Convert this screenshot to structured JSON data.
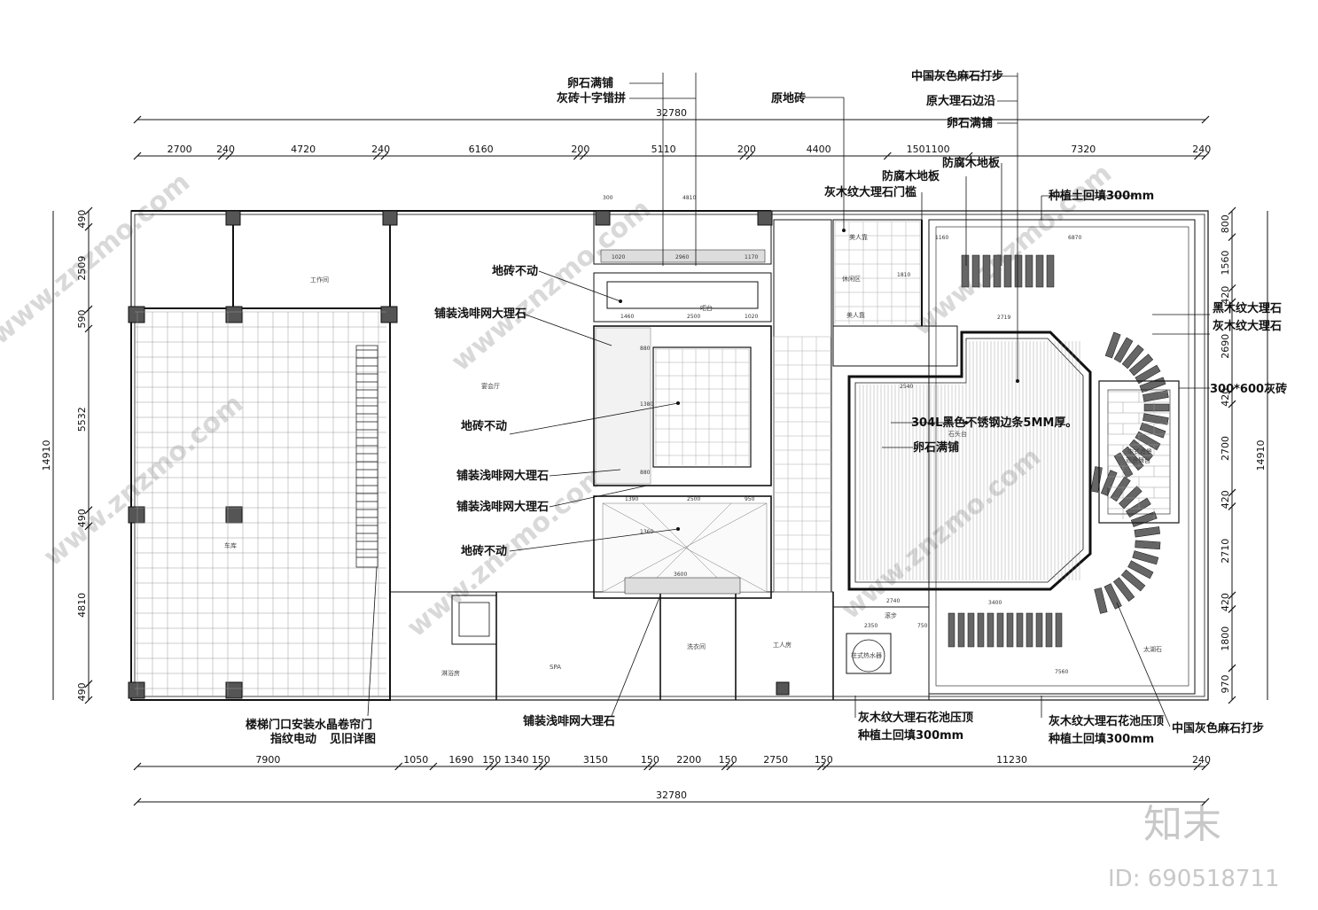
{
  "watermark": {
    "site": "www.znzmo.com",
    "brand": "知末",
    "id_text": "ID: 690518711"
  },
  "dims_top_total": "32780",
  "dims_top": [
    "2700",
    "240",
    "4720",
    "240",
    "6160",
    "200",
    "5110",
    "200",
    "4400",
    "1501100",
    "7320",
    "240"
  ],
  "dims_bottom": [
    "7900",
    "1050",
    "1690",
    "150",
    "1340",
    "150",
    "3150",
    "150",
    "2200",
    "150",
    "2750",
    "150",
    "11230",
    "240"
  ],
  "dims_bottom_total": "32780",
  "dims_left": [
    "490",
    "2509",
    "590",
    "5532",
    "490",
    "4810",
    "490"
  ],
  "dims_left_total": "14910",
  "dims_right": [
    "800",
    "1560",
    "420",
    "2690",
    "420",
    "2700",
    "420",
    "2710",
    "420",
    "1800",
    "970"
  ],
  "dims_right_total": "14910",
  "labels_top": [
    "中国灰色麻石打步",
    "卵石满铺",
    "灰砖十字错拼",
    "原地砖",
    "原大理石边沿",
    "卵石满铺",
    "防腐木地板",
    "防腐木地板",
    "灰木纹大理石门槛",
    "种植土回填300mm"
  ],
  "labels_left": [
    "地砖不动",
    "铺装浅啡网大理石",
    "地砖不动",
    "铺装浅啡网大理石",
    "铺装浅啡网大理石",
    "地砖不动"
  ],
  "labels_center": [
    "304L黑色不锈钢边条5MM厚。",
    "卵石满铺"
  ],
  "labels_right": [
    "黑木纹大理石",
    "灰木纹大理石",
    "300*600灰砖"
  ],
  "labels_bottom": [
    "楼梯门口安装水晶卷帘门",
    "指纹电动",
    "见旧详图",
    "铺装浅啡网大理石",
    "灰木纹大理石花池压顶",
    "种植土回填300mm",
    "灰木纹大理石花池压顶",
    "种植土回填300mm",
    "中国灰色麻石打步"
  ],
  "rooms": [
    "工作间",
    "宴会厅",
    "车库",
    "吧台",
    "休闲区",
    "美人靠",
    "美人靠",
    "石头台",
    "中式造景",
    "观景舞台",
    "SPA",
    "洗衣间",
    "工人房",
    "淋浴房",
    "柱式热水器",
    "太湖石",
    "滚步"
  ],
  "inner_dims": [
    "300",
    "4810",
    "1020",
    "2960",
    "1170",
    "1460",
    "2500",
    "1020",
    "1390",
    "2500",
    "950",
    "3600",
    "880",
    "880",
    "2719",
    "3400",
    "2350",
    "750",
    "7560",
    "6870",
    "2740",
    "1380",
    "1360",
    "1810",
    "1160",
    "2540"
  ]
}
